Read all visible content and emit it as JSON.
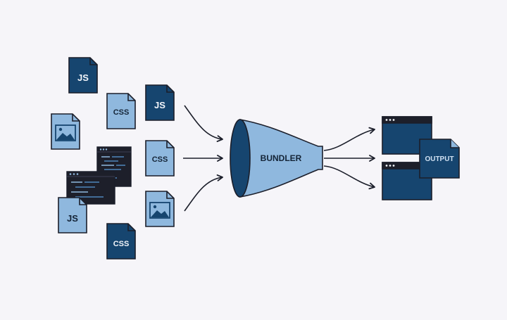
{
  "colors": {
    "background": "#f6f5f9",
    "dark_blue": "#16456f",
    "light_blue": "#8fb8de",
    "outline": "#1b1e2a",
    "terminal": "#1d1f2a"
  },
  "inputs": {
    "js_label": "JS",
    "css_label": "CSS"
  },
  "bundler": {
    "label": "BUNDLER"
  },
  "output": {
    "label": "OUTPUT"
  },
  "icons": [
    "js-file-icon",
    "css-file-icon",
    "image-file-icon",
    "code-terminal-icon",
    "funnel-icon",
    "browser-window-icon",
    "output-file-icon",
    "arrow-icon"
  ]
}
